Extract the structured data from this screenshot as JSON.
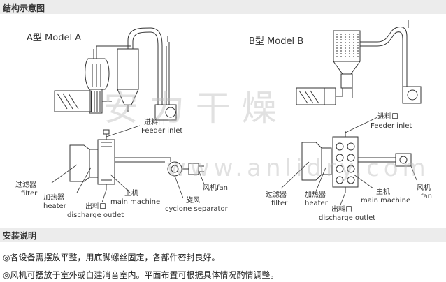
{
  "section_title": "结构示意图",
  "model_a": {
    "title": "A型 Model A",
    "labels": {
      "feeder_cn": "进料口",
      "feeder_en": "Feeder inlet",
      "filter_cn": "过滤器",
      "filter_en": "filter",
      "heater_cn": "加热器",
      "heater_en": "heater",
      "main_cn": "主机",
      "main_en": "main machine",
      "discharge_cn": "出料口",
      "discharge_en": "discharge outlet",
      "fan": "风机fan",
      "cyclone_cn": "旋风",
      "cyclone_en": "cyclone separator"
    }
  },
  "model_b": {
    "title": "B型 Model B",
    "labels": {
      "feeder_cn": "进料口",
      "feeder_en": "Feeder inlet",
      "filter_cn": "过滤器",
      "filter_en": "filter",
      "heater_cn": "加热器",
      "heater_en": "heater",
      "main_cn": "主机",
      "main_en": "main machine",
      "discharge_cn": "出料口",
      "discharge_en": "discharge outlet",
      "fan_cn": "风机",
      "fan_en": "fan"
    }
  },
  "watermark": {
    "text": "安 力 干 燥",
    "url": "www.anlidry.com"
  },
  "install_title": "安装说明",
  "notes": [
    "◎各设备需摆放平整，用底脚螺丝固定，各部件密封良好。",
    "◎风机可摆放于室外或自建消音室内。平面布置可根据具体情况酌情调整。"
  ]
}
